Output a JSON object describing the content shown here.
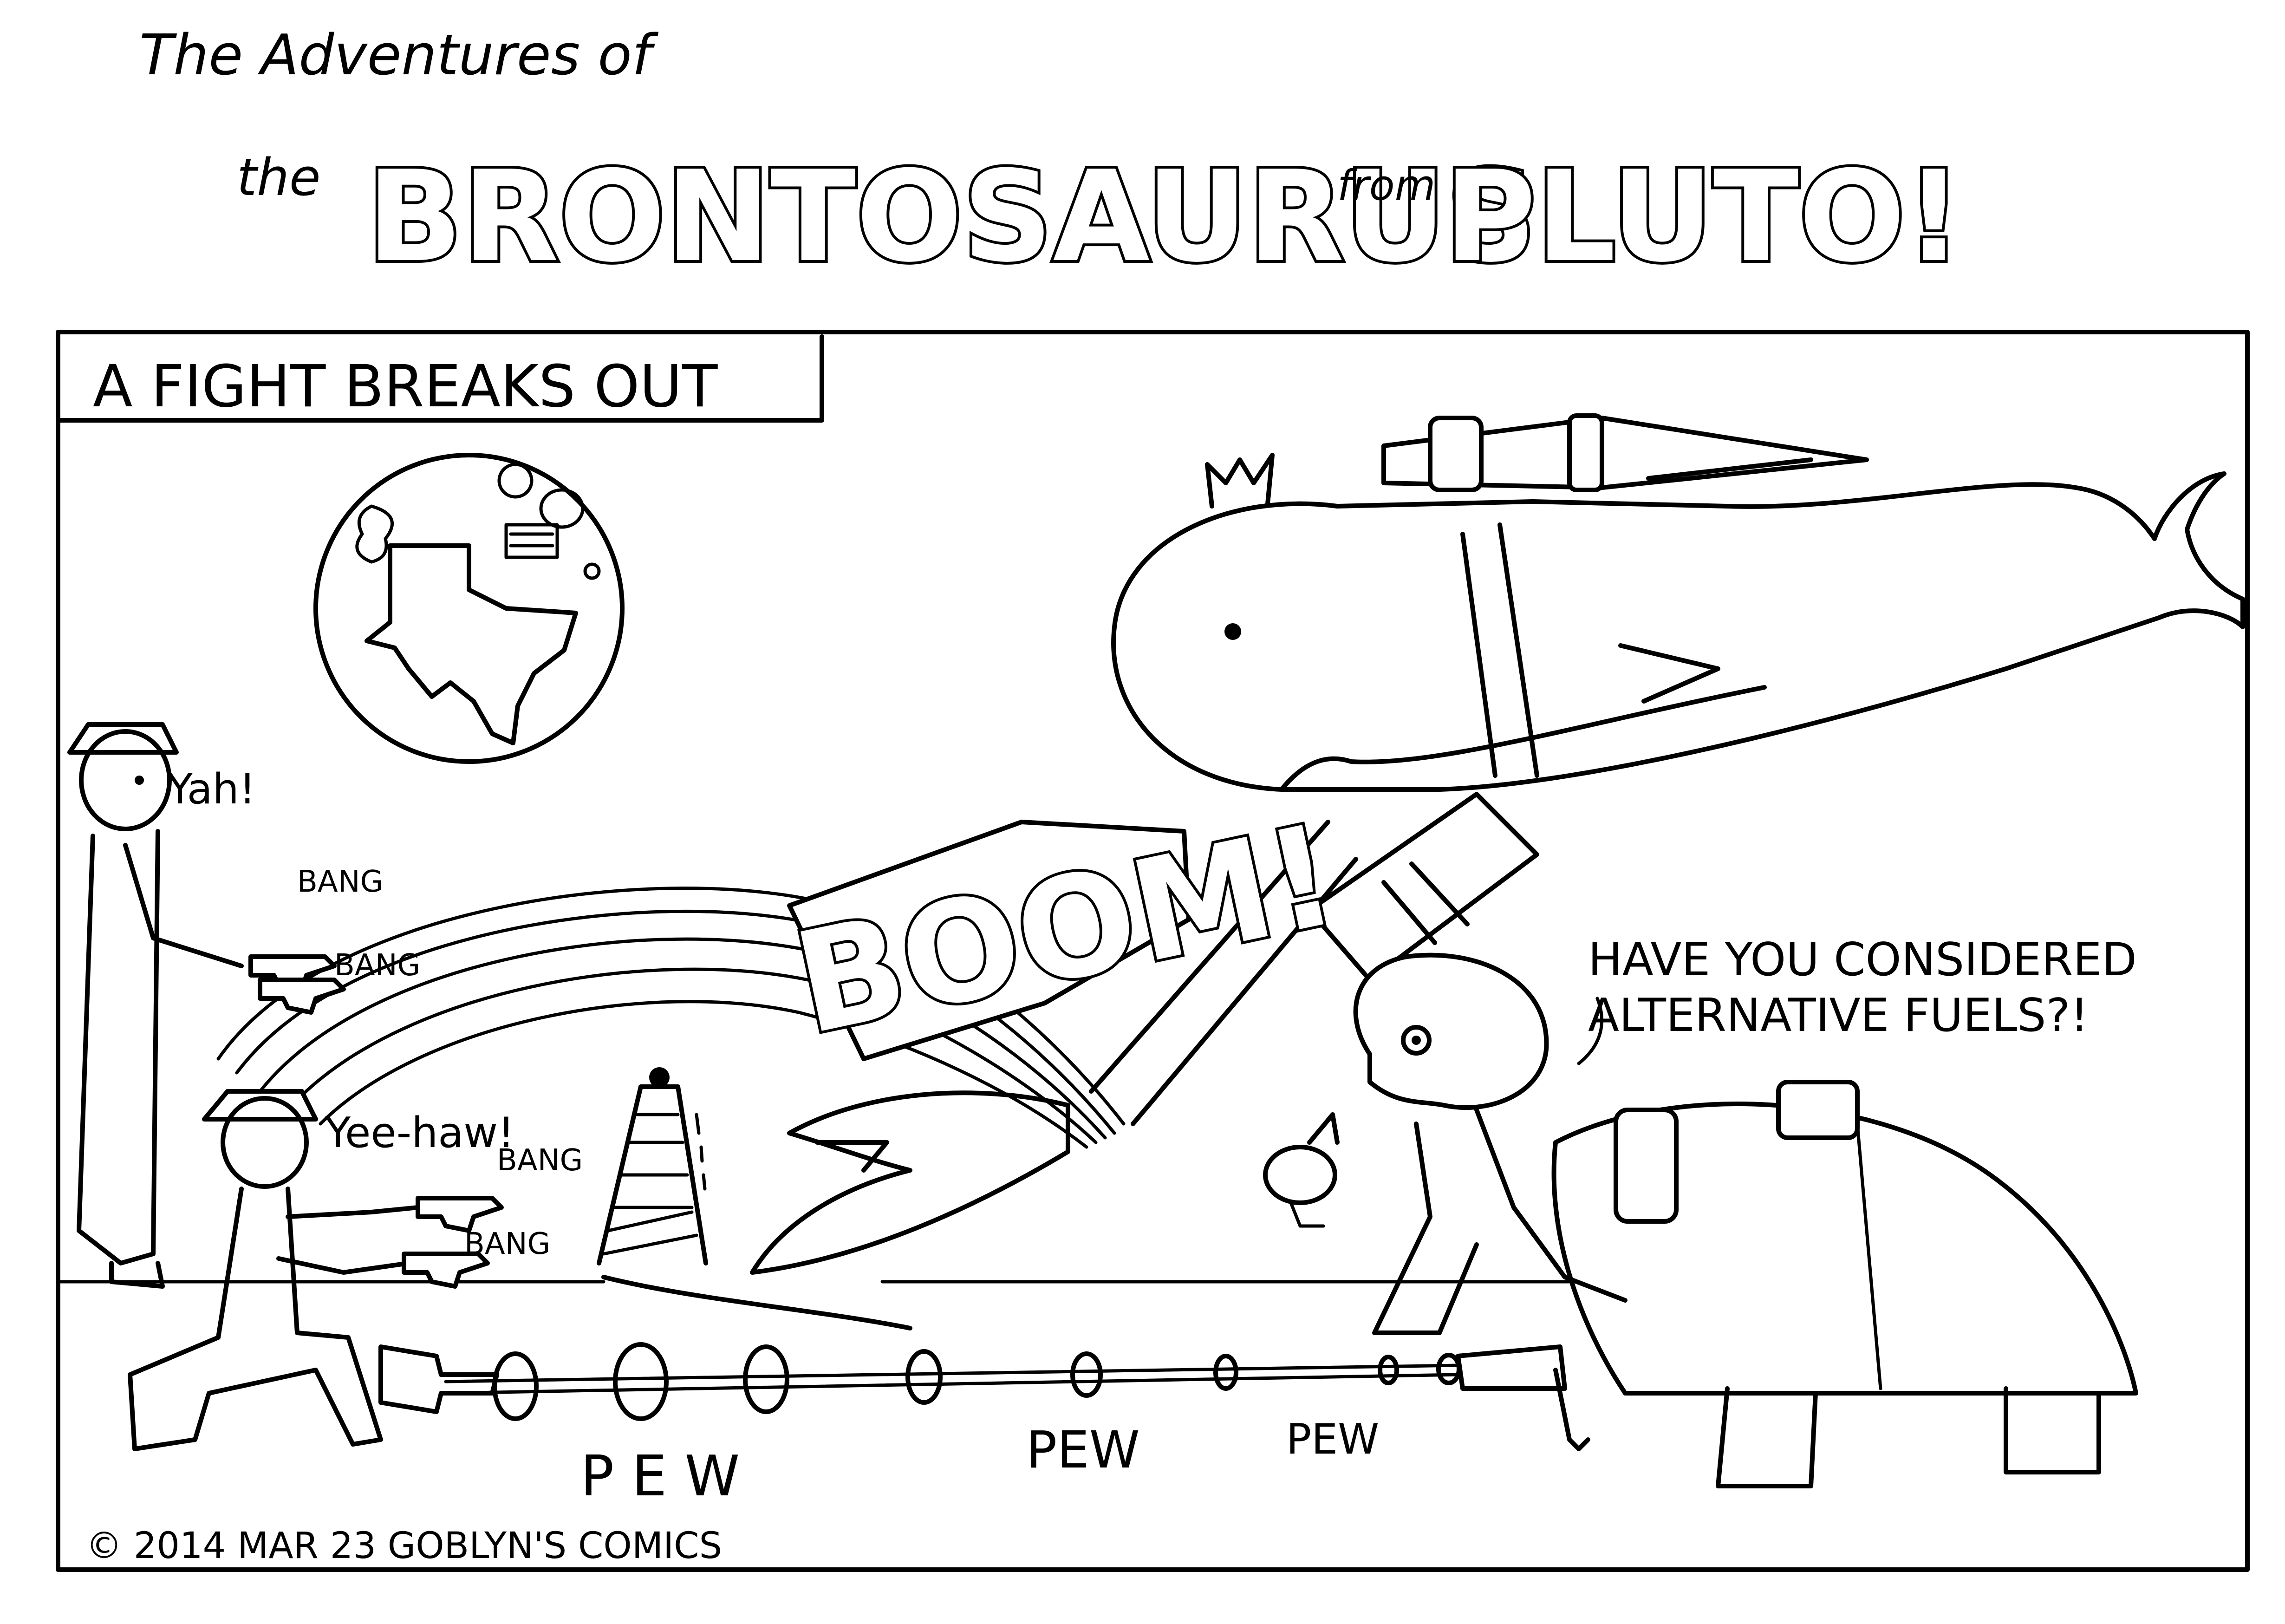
{
  "header": {
    "line1": "The Adventures of",
    "line2_prefix": "the",
    "line2_main": "BRONTOSAURUS",
    "line2_from": "from",
    "line2_end": "PLUTO!"
  },
  "panel": {
    "caption": "A FIGHT BREAKS OUT",
    "copyright": "© 2014 MAR 23 GOBLYN'S COMICS"
  },
  "sfx": {
    "boom": "BOOM!",
    "cowboy1_shout": "Yah!",
    "cowboy2_shout": "Yee-haw!",
    "bang": "BANG",
    "pew_spaced": "P E W",
    "pew": "PEW"
  },
  "speech": {
    "turtle_line1": "HAVE YOU CONSIDERED",
    "turtle_line2": "ALTERNATIVE FUELS?!"
  },
  "icons": [
    "moon-texas-icon",
    "whale-rocket-icon",
    "cowboy-icon",
    "oil-derrick-icon",
    "dinosaur-icon",
    "turtle-icon"
  ]
}
